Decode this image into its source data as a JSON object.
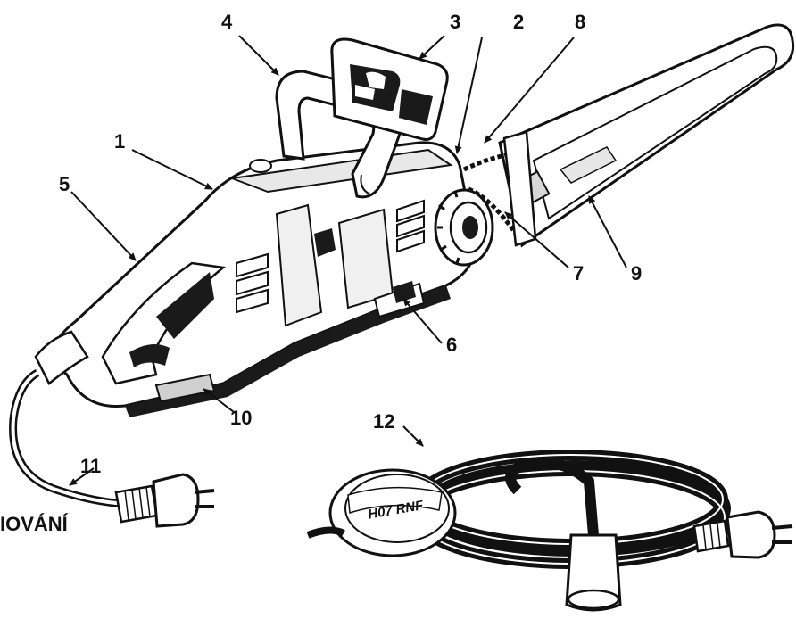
{
  "callouts": [
    {
      "id": "1",
      "text": "1"
    },
    {
      "id": "2",
      "text": "2"
    },
    {
      "id": "3",
      "text": "3"
    },
    {
      "id": "4",
      "text": "4"
    },
    {
      "id": "5",
      "text": "5"
    },
    {
      "id": "6",
      "text": "6"
    },
    {
      "id": "7",
      "text": "7"
    },
    {
      "id": "8",
      "text": "8"
    },
    {
      "id": "9",
      "text": "9"
    },
    {
      "id": "10",
      "text": "10"
    },
    {
      "id": "11",
      "text": "11"
    },
    {
      "id": "12",
      "text": "12"
    }
  ],
  "cut_text": "IOVÁNÍ",
  "cable_tag": "H07 RNF",
  "colors": {
    "ink": "#111111",
    "paper": "#ffffff",
    "shade": "#cfcfcf",
    "dark": "#1a1a1a"
  }
}
